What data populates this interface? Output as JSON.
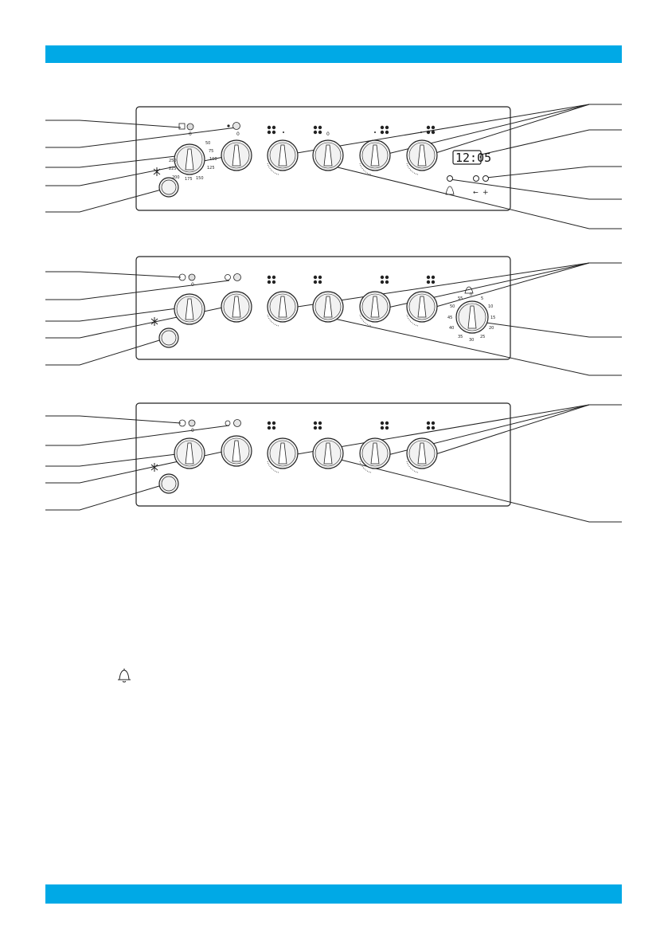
{
  "header_bar_color": "#00a9e6",
  "footer_bar_color": "#00a9e6",
  "panels": [
    {
      "name": "panel-1",
      "clock": "12:05",
      "clock_buttons": [
        "←",
        "+"
      ],
      "oven_scale": [
        "50",
        "75",
        "100",
        "125",
        "150",
        "175",
        "200",
        "225",
        "250"
      ],
      "zero": "0"
    },
    {
      "name": "panel-2",
      "timer_scale": [
        "0",
        "5",
        "10",
        "15",
        "20",
        "25",
        "30",
        "35",
        "40",
        "45",
        "50",
        "55"
      ],
      "zero": "0"
    },
    {
      "name": "panel-3",
      "zero": "0"
    }
  ],
  "icons": {
    "bell": "bell-icon",
    "light": "light-icon",
    "spark": "spark-icon"
  }
}
